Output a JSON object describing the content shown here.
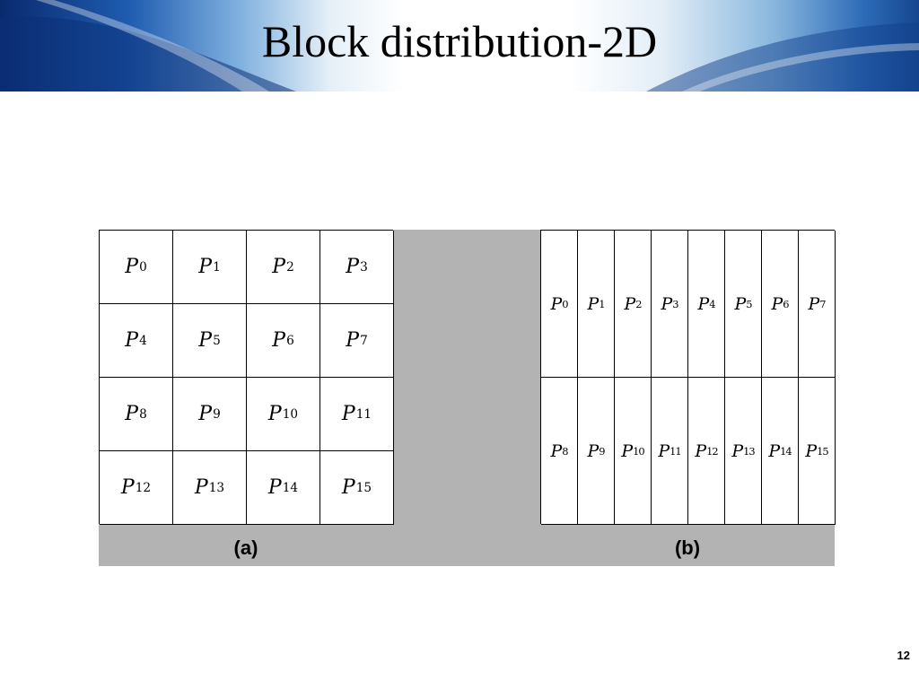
{
  "slide": {
    "title": "Block distribution-2D",
    "page_number": "12"
  },
  "figure": {
    "panel_a": {
      "caption": "(a)",
      "rows": 4,
      "cols": 4,
      "cells": [
        {
          "label": "P",
          "sub": "0"
        },
        {
          "label": "P",
          "sub": "1"
        },
        {
          "label": "P",
          "sub": "2"
        },
        {
          "label": "P",
          "sub": "3"
        },
        {
          "label": "P",
          "sub": "4"
        },
        {
          "label": "P",
          "sub": "5"
        },
        {
          "label": "P",
          "sub": "6"
        },
        {
          "label": "P",
          "sub": "7"
        },
        {
          "label": "P",
          "sub": "8"
        },
        {
          "label": "P",
          "sub": "9"
        },
        {
          "label": "P",
          "sub": "10"
        },
        {
          "label": "P",
          "sub": "11"
        },
        {
          "label": "P",
          "sub": "12"
        },
        {
          "label": "P",
          "sub": "13"
        },
        {
          "label": "P",
          "sub": "14"
        },
        {
          "label": "P",
          "sub": "15"
        }
      ]
    },
    "panel_b": {
      "caption": "(b)",
      "rows": 2,
      "cols": 8,
      "cells": [
        {
          "label": "P",
          "sub": "0"
        },
        {
          "label": "P",
          "sub": "1"
        },
        {
          "label": "P",
          "sub": "2"
        },
        {
          "label": "P",
          "sub": "3"
        },
        {
          "label": "P",
          "sub": "4"
        },
        {
          "label": "P",
          "sub": "5"
        },
        {
          "label": "P",
          "sub": "6"
        },
        {
          "label": "P",
          "sub": "7"
        },
        {
          "label": "P",
          "sub": "8"
        },
        {
          "label": "P",
          "sub": "9"
        },
        {
          "label": "P",
          "sub": "10"
        },
        {
          "label": "P",
          "sub": "11"
        },
        {
          "label": "P",
          "sub": "12"
        },
        {
          "label": "P",
          "sub": "13"
        },
        {
          "label": "P",
          "sub": "14"
        },
        {
          "label": "P",
          "sub": "15"
        }
      ]
    },
    "colors": {
      "background_band": "#b3b3b3",
      "cell_fill": "#ffffff",
      "grid_line": "#000000"
    }
  },
  "theme": {
    "banner_dark": "#0a2a6e",
    "banner_mid": "#2d6bb8",
    "banner_light": "#e6f0f8"
  }
}
